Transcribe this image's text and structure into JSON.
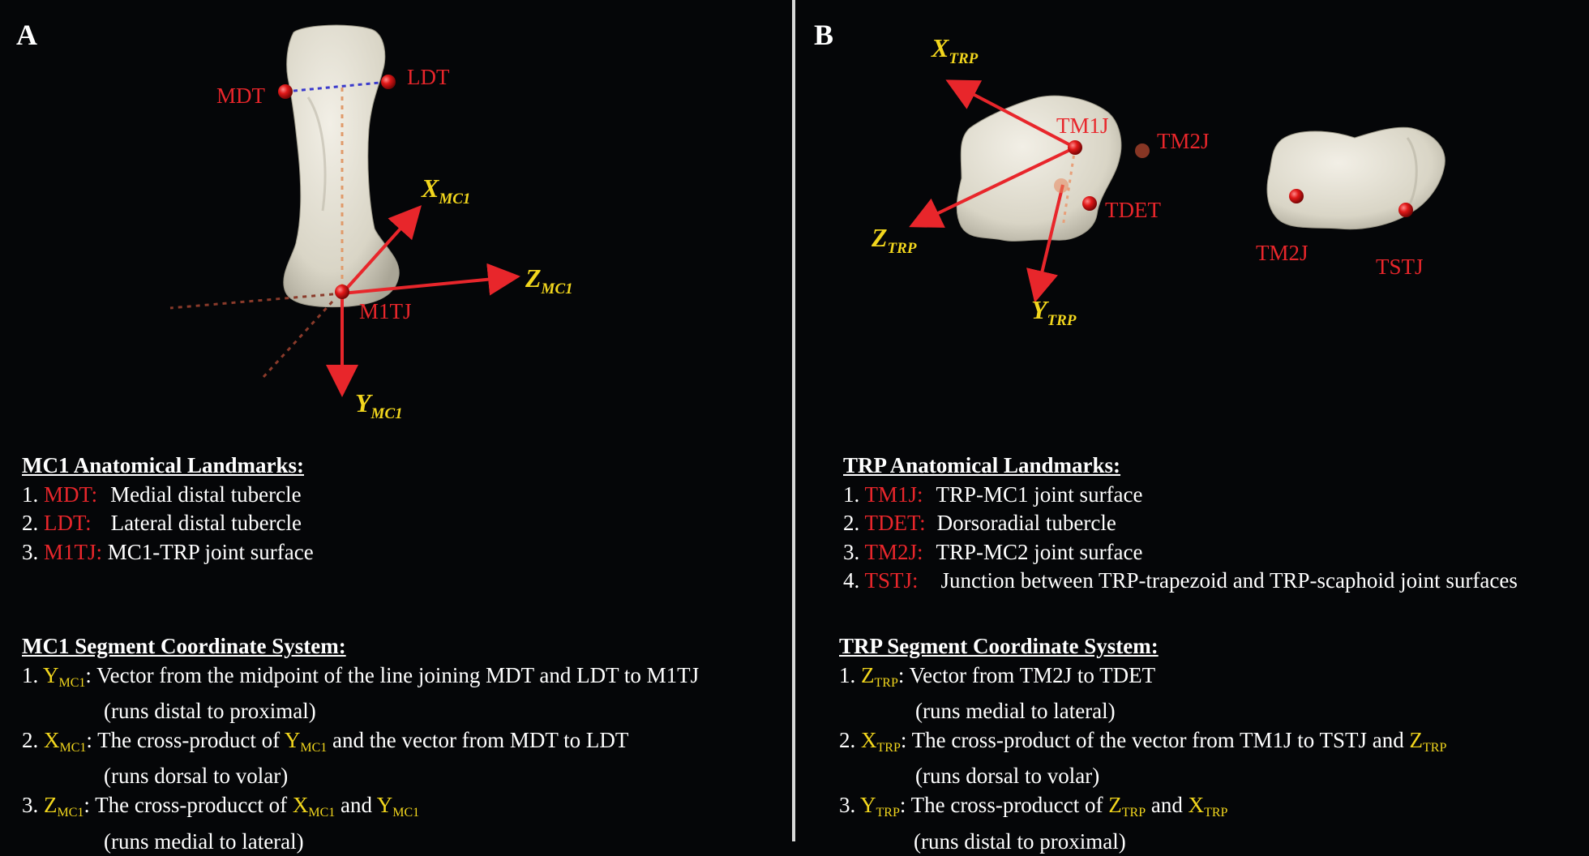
{
  "panel_a": {
    "letter": "A",
    "landmark_labels": {
      "mdt": "MDT",
      "ldt": "LDT",
      "m1tj": "M1TJ"
    },
    "axes": {
      "x": {
        "main": "X",
        "sub": "MC1"
      },
      "y": {
        "main": "Y",
        "sub": "MC1"
      },
      "z": {
        "main": "Z",
        "sub": "MC1"
      }
    },
    "landmarks_heading": "MC1 Anatomical Landmarks:",
    "landmarks": [
      {
        "num": "1.",
        "code": "MDT:",
        "desc": "Medial distal tubercle"
      },
      {
        "num": "2.",
        "code": "LDT:",
        "desc": "Lateral distal tubercle"
      },
      {
        "num": "3.",
        "code": "M1TJ:",
        "desc": "MC1-TRP joint surface"
      }
    ],
    "scs_heading": "MC1 Segment Coordinate System:",
    "scs": {
      "l1_num": "1.",
      "l1_axis": "Y",
      "l1_sub": "MC1",
      "l1_text": ": Vector from the midpoint of the line joining MDT and LDT to M1TJ",
      "l1_note": "(runs distal to proximal)",
      "l2_num": "2.",
      "l2_axis": "X",
      "l2_sub": "MC1",
      "l2_text_a": ": The cross-product of ",
      "l2_axis2": "Y",
      "l2_sub2": "MC1",
      "l2_text_b": " and the vector from MDT to LDT",
      "l2_note": "(runs dorsal to volar)",
      "l3_num": "3.",
      "l3_axis": "Z",
      "l3_sub": "MC1",
      "l3_text_a": ": The cross-producct of ",
      "l3_axis2": "X",
      "l3_sub2": "MC1",
      "l3_text_b": " and ",
      "l3_axis3": "Y",
      "l3_sub3": "MC1",
      "l3_note": "(runs medial to lateral)"
    }
  },
  "panel_b": {
    "letter": "B",
    "landmark_labels": {
      "tm1j": "TM1J",
      "tm2j": "TM2J",
      "tdet": "TDET",
      "tm2j_b": "TM2J",
      "tstj": "TSTJ"
    },
    "axes": {
      "x": {
        "main": "X",
        "sub": "TRP"
      },
      "y": {
        "main": "Y",
        "sub": "TRP"
      },
      "z": {
        "main": "Z",
        "sub": "TRP"
      }
    },
    "landmarks_heading": "TRP Anatomical Landmarks:",
    "landmarks": [
      {
        "num": "1.",
        "code": "TM1J:",
        "desc": "TRP-MC1 joint surface"
      },
      {
        "num": "2.",
        "code": "TDET:",
        "desc": "Dorsoradial tubercle"
      },
      {
        "num": "3.",
        "code": "TM2J:",
        "desc": "TRP-MC2 joint surface"
      },
      {
        "num": "4.",
        "code": "TSTJ:",
        "desc": "Junction between TRP-trapezoid and TRP-scaphoid joint surfaces"
      }
    ],
    "scs_heading": "TRP Segment Coordinate System:",
    "scs": {
      "l1_num": "1.",
      "l1_axis": "Z",
      "l1_sub": "TRP",
      "l1_text": ": Vector from TM2J to TDET",
      "l1_note": "(runs medial to lateral)",
      "l2_num": "2.",
      "l2_axis": "X",
      "l2_sub": "TRP",
      "l2_text_a": ": The cross-product of the vector from TM1J to TSTJ and ",
      "l2_axis2": "Z",
      "l2_sub2": "TRP",
      "l2_note": "(runs dorsal to volar)",
      "l3_num": "3.",
      "l3_axis": "Y",
      "l3_sub": "TRP",
      "l3_text_a": ": The cross-producct of ",
      "l3_axis2": "Z",
      "l3_sub2": "TRP",
      "l3_text_b": " and ",
      "l3_axis3": "X",
      "l3_sub3": "TRP",
      "l3_note": "(runs distal to proximal)"
    }
  },
  "colors": {
    "landmark": "#e8262b",
    "axis": "#f2d61d",
    "bone": "#e3e0d4",
    "background": "#050608",
    "divider": "#d8d8d8"
  }
}
